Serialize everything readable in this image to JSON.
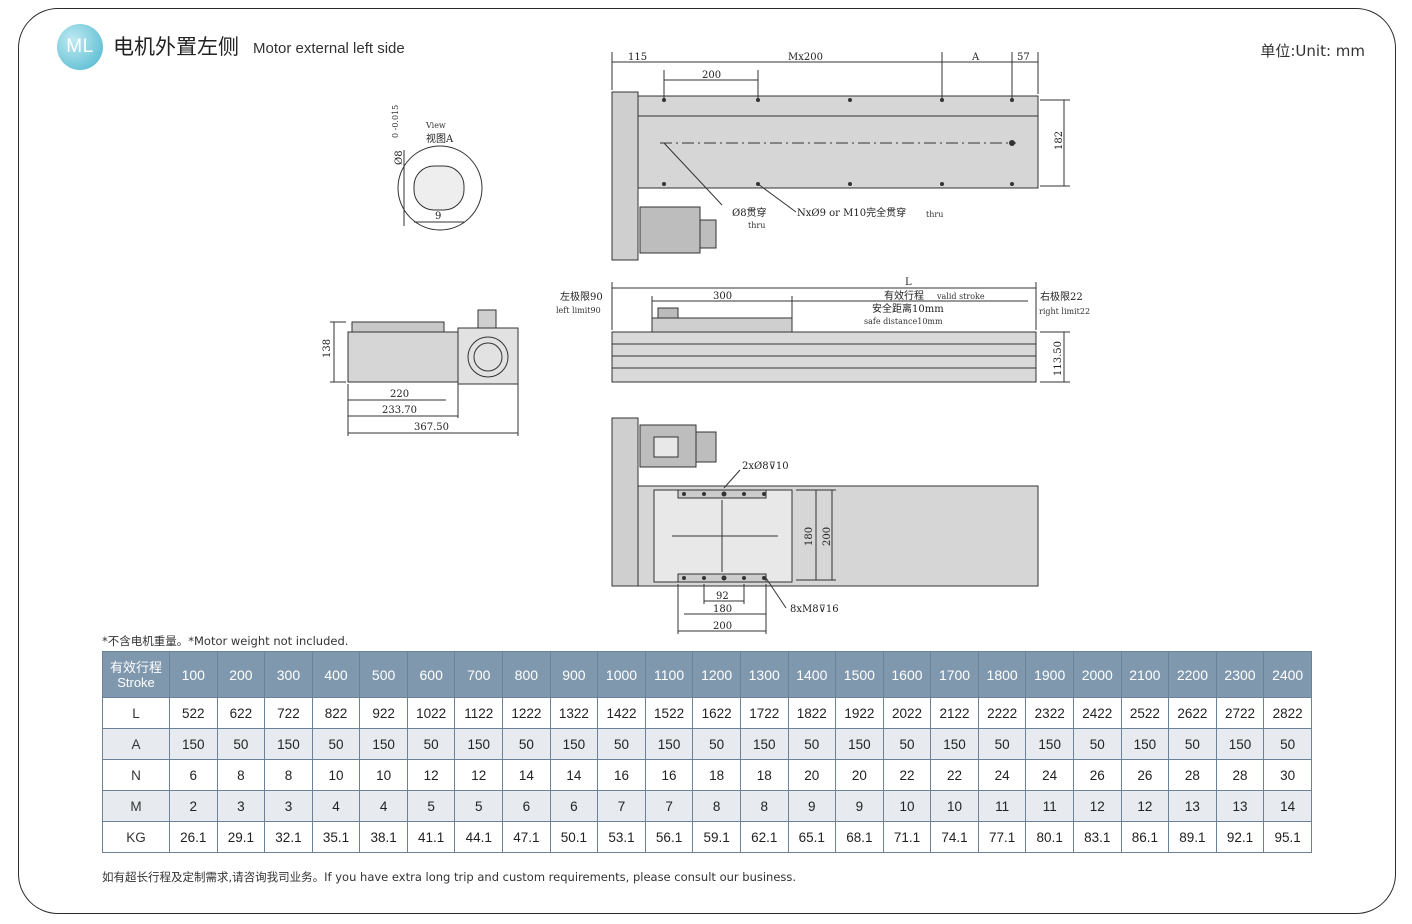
{
  "header": {
    "badge": "ML",
    "title_cn": "电机外置左侧",
    "title_en": "Motor external left side",
    "unit": "单位:Unit: mm"
  },
  "drawing": {
    "top_dims": {
      "d115": "115",
      "mx200": "Mx200",
      "a": "A",
      "d57": "57",
      "d200": "200",
      "d182": "182"
    },
    "hole_thru": "Ø8贯穿",
    "hole_thru_en": "thru",
    "holes_full": "NxØ9 or M10完全贯穿",
    "holes_full_en": "thru",
    "view_label_en": "View",
    "view_label_cn": "视图A",
    "shaft_dia": "Ø8",
    "shaft_tol": "0 -0.015",
    "key_width": "9",
    "side_dims": {
      "d138": "138",
      "d220": "220",
      "d233": "233.70",
      "d367": "367.50"
    },
    "mid_dims": {
      "L": "L",
      "d300": "300",
      "left_limit_cn": "左极限90",
      "left_limit_en": "left limit90",
      "stroke_cn": "有效行程",
      "stroke_en": "valid stroke",
      "safe_cn": "安全距离10mm",
      "safe_en": "safe distance10mm",
      "right_limit_cn": "右极限22",
      "right_limit_en": "right limit22",
      "d113": "113.50"
    },
    "bottom_dims": {
      "holes_top": "2xØ8⊽10",
      "holes_bottom": "8xM8⊽16",
      "d92": "92",
      "d180h": "180",
      "d200h": "200",
      "d180v": "180",
      "d200v": "200"
    }
  },
  "note_top": "*不含电机重量。*Motor weight not included.",
  "table": {
    "header_cn": "有效行程",
    "header_en": "Stroke",
    "strokes": [
      "100",
      "200",
      "300",
      "400",
      "500",
      "600",
      "700",
      "800",
      "900",
      "1000",
      "1100",
      "1200",
      "1300",
      "1400",
      "1500",
      "1600",
      "1700",
      "1800",
      "1900",
      "2000",
      "2100",
      "2200",
      "2300",
      "2400"
    ],
    "rows": [
      {
        "label": "L",
        "values": [
          "522",
          "622",
          "722",
          "822",
          "922",
          "1022",
          "1122",
          "1222",
          "1322",
          "1422",
          "1522",
          "1622",
          "1722",
          "1822",
          "1922",
          "2022",
          "2122",
          "2222",
          "2322",
          "2422",
          "2522",
          "2622",
          "2722",
          "2822"
        ]
      },
      {
        "label": "A",
        "values": [
          "150",
          "50",
          "150",
          "50",
          "150",
          "50",
          "150",
          "50",
          "150",
          "50",
          "150",
          "50",
          "150",
          "50",
          "150",
          "50",
          "150",
          "50",
          "150",
          "50",
          "150",
          "50",
          "150",
          "50"
        ]
      },
      {
        "label": "N",
        "values": [
          "6",
          "8",
          "8",
          "10",
          "10",
          "12",
          "12",
          "14",
          "14",
          "16",
          "16",
          "18",
          "18",
          "20",
          "20",
          "22",
          "22",
          "24",
          "24",
          "26",
          "26",
          "28",
          "28",
          "30"
        ]
      },
      {
        "label": "M",
        "values": [
          "2",
          "3",
          "3",
          "4",
          "4",
          "5",
          "5",
          "6",
          "6",
          "7",
          "7",
          "8",
          "8",
          "9",
          "9",
          "10",
          "10",
          "11",
          "11",
          "12",
          "12",
          "13",
          "13",
          "14"
        ]
      },
      {
        "label": "KG",
        "values": [
          "26.1",
          "29.1",
          "32.1",
          "35.1",
          "38.1",
          "41.1",
          "44.1",
          "47.1",
          "50.1",
          "53.1",
          "56.1",
          "59.1",
          "62.1",
          "65.1",
          "68.1",
          "71.1",
          "74.1",
          "77.1",
          "80.1",
          "83.1",
          "86.1",
          "89.1",
          "92.1",
          "95.1"
        ]
      }
    ]
  },
  "note_bottom": "如有超长行程及定制需求,请咨询我司业务。If you have extra long trip and custom requirements, please consult our business."
}
